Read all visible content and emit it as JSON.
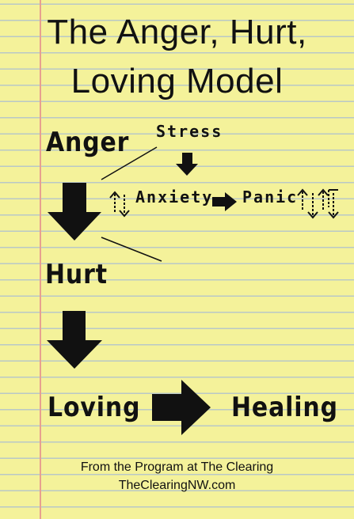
{
  "title_line1": "The Anger, Hurt,",
  "title_line2": "Loving Model",
  "nodes": {
    "anger": "Anger",
    "hurt": "Hurt",
    "loving": "Loving",
    "healing": "Healing",
    "stress": "Stress",
    "anxiety": "Anxiety",
    "panic": "Panic"
  },
  "footer_line1": "From the Program at The Clearing",
  "footer_line2": "TheClearingNW.com",
  "colors": {
    "paper": "#f4f29a",
    "rule_line": "#b9c8c7",
    "margin_line": "#e7a08f",
    "ink": "#111111"
  }
}
